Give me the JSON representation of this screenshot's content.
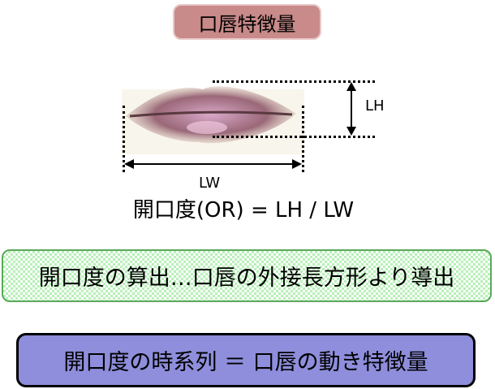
{
  "title": "口唇特徴量",
  "diagram": {
    "lh_label": "LH",
    "lw_label": "LW",
    "formula": "開口度(OR) = LH / LW"
  },
  "calc_box": {
    "text": "開口度の算出…口唇の外接長方形より導出"
  },
  "summary_box": {
    "text": "開口度の時系列 ＝ 口唇の動き特徴量"
  },
  "colors": {
    "title_bg": "#c98a8a",
    "calc_bg": "#b8f0b8",
    "summary_bg": "#8e8edc"
  }
}
